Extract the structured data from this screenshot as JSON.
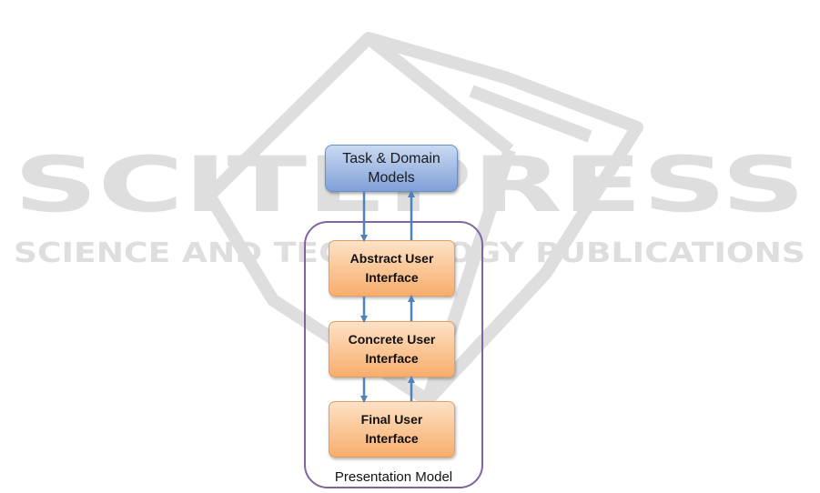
{
  "watermark": {
    "title": "SCITEPRESS",
    "subtitle": "SCIENCE AND TECHNOLOGY PUBLICATIONS"
  },
  "diagram": {
    "task_domain": "Task & Domain\nModels",
    "container_label": "Presentation Model",
    "levels": [
      {
        "label": "Abstract User\nInterface"
      },
      {
        "label": "Concrete User\nInterface"
      },
      {
        "label": "Final User\nInterface"
      }
    ],
    "colors": {
      "arrow": "#4f81bd",
      "container_border": "#8063a1",
      "ui_box_fill": "#fbc797",
      "task_box_fill": "#a9c0e6"
    }
  }
}
